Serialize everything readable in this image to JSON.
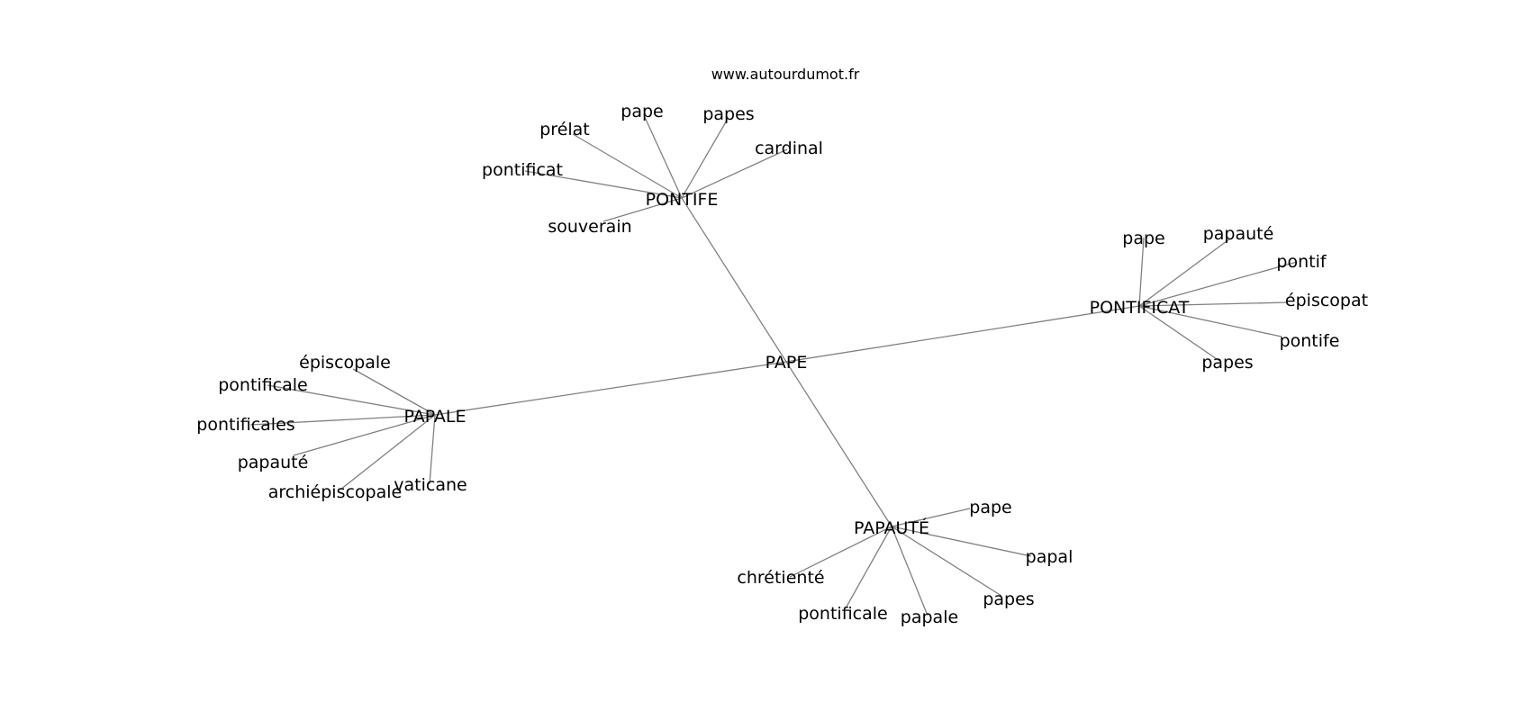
{
  "site": "www.autourdumot.fr",
  "center": "PAPE",
  "clusters": [
    {
      "hub": "PONTIFE",
      "words": [
        "pape",
        "papes",
        "cardinal",
        "prélat",
        "pontificat",
        "souverain"
      ]
    },
    {
      "hub": "PONTIFICAT",
      "words": [
        "pape",
        "papauté",
        "pontif",
        "épiscopat",
        "pontife",
        "papes"
      ]
    },
    {
      "hub": "PAPALE",
      "words": [
        "épiscopale",
        "pontificale",
        "pontificales",
        "papauté",
        "archiépiscopale",
        "vaticane"
      ]
    },
    {
      "hub": "PAPAUTÉ",
      "words": [
        "pape",
        "papal",
        "papes",
        "papale",
        "pontificale",
        "chrétienté"
      ]
    }
  ],
  "colors": {
    "edge": "#808080",
    "text": "#000000",
    "background": "#ffffff"
  }
}
